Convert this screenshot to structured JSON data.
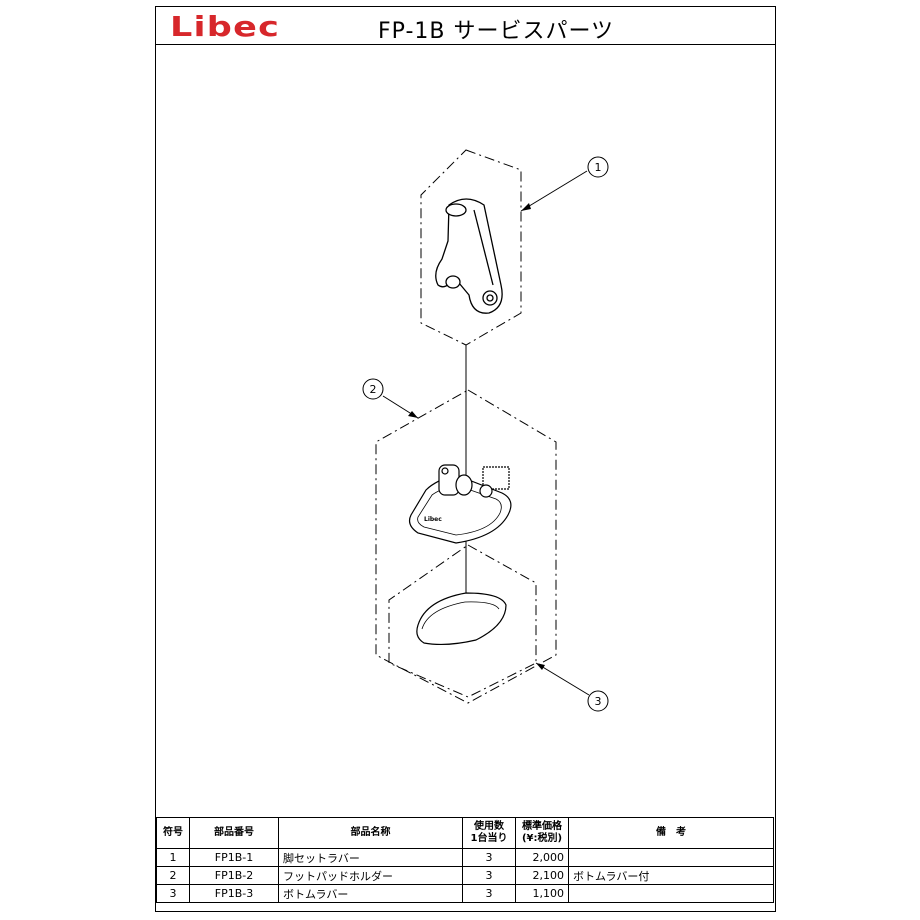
{
  "header": {
    "logo_text": "Libec",
    "title": "FP-1B サービスパーツ"
  },
  "callouts": [
    "1",
    "2",
    "3"
  ],
  "table": {
    "headers": {
      "no": "符号",
      "part_number": "部品番号",
      "part_name": "部品名称",
      "qty": [
        "使用数",
        "1台当り"
      ],
      "price": [
        "標準価格",
        "(¥:税別)"
      ],
      "remarks": "備　考"
    },
    "rows": [
      {
        "no": "1",
        "part_number": "FP1B-1",
        "part_name": "脚セットラバー",
        "qty": "3",
        "price": "2,000",
        "remarks": ""
      },
      {
        "no": "2",
        "part_number": "FP1B-2",
        "part_name": "フットパッドホルダー",
        "qty": "3",
        "price": "2,100",
        "remarks": "ボトムラバー付"
      },
      {
        "no": "3",
        "part_number": "FP1B-3",
        "part_name": "ボトムラバー",
        "qty": "3",
        "price": "1,100",
        "remarks": ""
      }
    ]
  }
}
